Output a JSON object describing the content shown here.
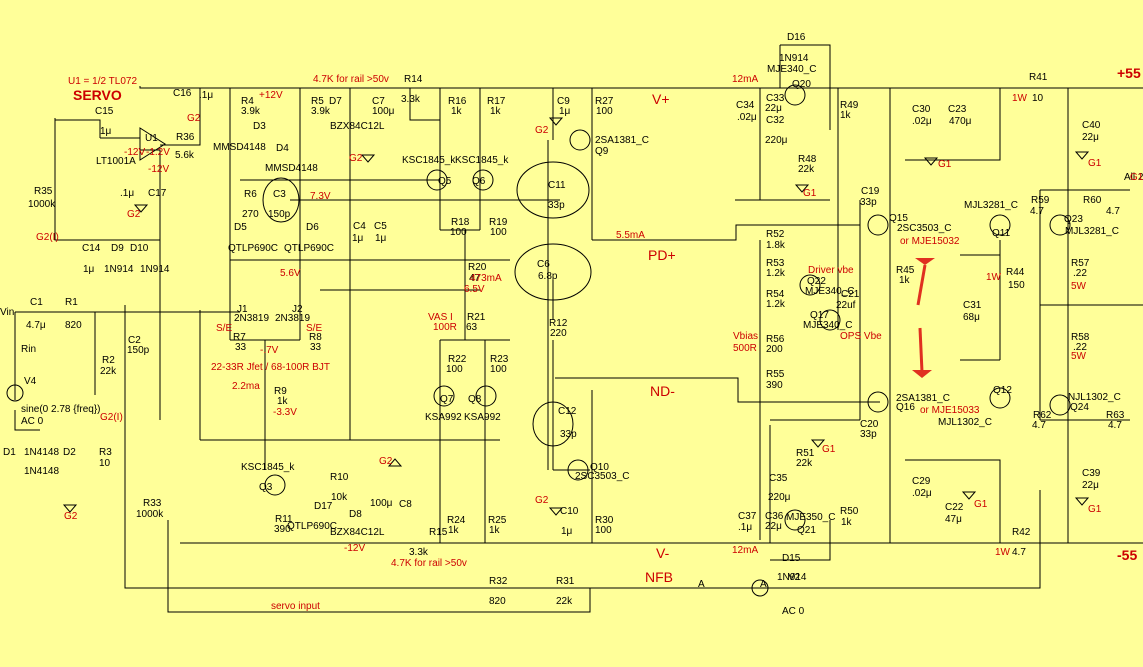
{
  "colors": {
    "background": "#ffff99",
    "wire": "#000000",
    "annotation": "#cc0000",
    "callout": "#e03020"
  },
  "title": "SERVO",
  "u1_note": "U1 = 1/2 TL072",
  "nets": {
    "vplus": "V+",
    "vminus": "V-",
    "pdplus": "PD+",
    "ndminus": "ND-",
    "nfb": "NFB",
    "rail_pos": "+55",
    "rail_neg": "-55"
  },
  "labels": [
    {
      "id": "r14",
      "text": "R14"
    },
    {
      "id": "r14v",
      "text": "3.3k"
    },
    {
      "id": "rail1",
      "text": "4.7K for rail >50v"
    },
    {
      "id": "r15",
      "text": "R15"
    },
    {
      "id": "r15v",
      "text": "3.3k"
    },
    {
      "id": "rail2",
      "text": "4.7K for rail >50v"
    },
    {
      "id": "c15",
      "text": "C15"
    },
    {
      "id": "c15v",
      "text": "1μ"
    },
    {
      "id": "u1",
      "text": "U1"
    },
    {
      "id": "lt",
      "text": "LT1001A"
    },
    {
      "id": "r36",
      "text": "R36"
    },
    {
      "id": "r36v",
      "text": "5.6k"
    },
    {
      "id": "c16",
      "text": "C16"
    },
    {
      "id": "c16v",
      "text": ".1μ"
    },
    {
      "id": "c17",
      "text": "C17"
    },
    {
      "id": "c17v",
      "text": ".1μ"
    },
    {
      "id": "r35",
      "text": "R35"
    },
    {
      "id": "r35v",
      "text": "1000k"
    },
    {
      "id": "c14",
      "text": "C14"
    },
    {
      "id": "c14v",
      "text": "1μ"
    },
    {
      "id": "d9",
      "text": "D9"
    },
    {
      "id": "d9v",
      "text": "1N914"
    },
    {
      "id": "d10",
      "text": "D10"
    },
    {
      "id": "d10v",
      "text": "1N914"
    },
    {
      "id": "r4",
      "text": "R4"
    },
    {
      "id": "r4v",
      "text": "3.9k"
    },
    {
      "id": "r5",
      "text": "R5"
    },
    {
      "id": "r5v",
      "text": "3.9k"
    },
    {
      "id": "d3",
      "text": "D3"
    },
    {
      "id": "d3v",
      "text": "MMSD4148"
    },
    {
      "id": "d4",
      "text": "D4"
    },
    {
      "id": "d4v",
      "text": "MMSD4148"
    },
    {
      "id": "d7",
      "text": "D7"
    },
    {
      "id": "d7v",
      "text": "BZX84C12L"
    },
    {
      "id": "c7",
      "text": "C7"
    },
    {
      "id": "c7v",
      "text": "100μ"
    },
    {
      "id": "r6",
      "text": "R6"
    },
    {
      "id": "r6v",
      "text": "270"
    },
    {
      "id": "c3",
      "text": "C3"
    },
    {
      "id": "c3v",
      "text": "150p"
    },
    {
      "id": "d5",
      "text": "D5"
    },
    {
      "id": "d5v",
      "text": "QTLP690C"
    },
    {
      "id": "d6",
      "text": "D6"
    },
    {
      "id": "d6v",
      "text": "QTLP690C"
    },
    {
      "id": "c4",
      "text": "C4"
    },
    {
      "id": "c4v",
      "text": "1μ"
    },
    {
      "id": "c5",
      "text": "C5"
    },
    {
      "id": "c5v",
      "text": "1μ"
    },
    {
      "id": "r16",
      "text": "R16"
    },
    {
      "id": "r16v",
      "text": "1k"
    },
    {
      "id": "r17",
      "text": "R17"
    },
    {
      "id": "r17v",
      "text": "1k"
    },
    {
      "id": "q5lab",
      "text": "KSC1845_k"
    },
    {
      "id": "q6lab",
      "text": "KSC1845_k"
    },
    {
      "id": "q5",
      "text": "Q5"
    },
    {
      "id": "q6",
      "text": "Q6"
    },
    {
      "id": "r18",
      "text": "R18"
    },
    {
      "id": "r18v",
      "text": "100"
    },
    {
      "id": "r19",
      "text": "R19"
    },
    {
      "id": "r19v",
      "text": "100"
    },
    {
      "id": "r20",
      "text": "R20"
    },
    {
      "id": "r20v",
      "text": "47"
    },
    {
      "id": "r21",
      "text": "R21"
    },
    {
      "id": "r21v",
      "text": "63"
    },
    {
      "id": "r22",
      "text": "R22"
    },
    {
      "id": "r22v",
      "text": "100"
    },
    {
      "id": "r23",
      "text": "R23"
    },
    {
      "id": "r23v",
      "text": "100"
    },
    {
      "id": "q7",
      "text": "Q7"
    },
    {
      "id": "q8",
      "text": "Q8"
    },
    {
      "id": "q7lab",
      "text": "KSA992"
    },
    {
      "id": "q8lab",
      "text": "KSA992"
    },
    {
      "id": "r24",
      "text": "R24"
    },
    {
      "id": "r24v",
      "text": "1k"
    },
    {
      "id": "r25",
      "text": "R25"
    },
    {
      "id": "r25v",
      "text": "1k"
    },
    {
      "id": "c1",
      "text": "C1"
    },
    {
      "id": "c1v",
      "text": "4.7μ"
    },
    {
      "id": "r1",
      "text": "R1"
    },
    {
      "id": "r1v",
      "text": "820"
    },
    {
      "id": "vin",
      "text": "Vin"
    },
    {
      "id": "rin",
      "text": "Rin"
    },
    {
      "id": "v4",
      "text": "V4"
    },
    {
      "id": "sine",
      "text": "sine(0 2.78 {freq})"
    },
    {
      "id": "ac0",
      "text": "AC 0"
    },
    {
      "id": "r2",
      "text": "R2"
    },
    {
      "id": "r2v",
      "text": "22k"
    },
    {
      "id": "c2",
      "text": "C2"
    },
    {
      "id": "c2v",
      "text": "150p"
    },
    {
      "id": "j1",
      "text": "J1"
    },
    {
      "id": "j1v",
      "text": "2N3819"
    },
    {
      "id": "j2",
      "text": "J2"
    },
    {
      "id": "j2v",
      "text": "2N3819"
    },
    {
      "id": "r7",
      "text": "R7"
    },
    {
      "id": "r7v",
      "text": "33"
    },
    {
      "id": "r8",
      "text": "R8"
    },
    {
      "id": "r8v",
      "text": "33"
    },
    {
      "id": "r9",
      "text": "R9"
    },
    {
      "id": "r9v",
      "text": "1k"
    },
    {
      "id": "d1",
      "text": "D1"
    },
    {
      "id": "d1v",
      "text": "1N4148"
    },
    {
      "id": "d2",
      "text": "D2"
    },
    {
      "id": "d2v",
      "text": "1N4148"
    },
    {
      "id": "r3",
      "text": "R3"
    },
    {
      "id": "r3v",
      "text": "10"
    },
    {
      "id": "q3lab",
      "text": "KSC1845_k"
    },
    {
      "id": "q3",
      "text": "Q3"
    },
    {
      "id": "r10",
      "text": "R10"
    },
    {
      "id": "r10v",
      "text": "10k"
    },
    {
      "id": "r11",
      "text": "R11"
    },
    {
      "id": "r11v",
      "text": "390"
    },
    {
      "id": "d17",
      "text": "D17"
    },
    {
      "id": "d17v",
      "text": "QTLP690C"
    },
    {
      "id": "d8",
      "text": "D8"
    },
    {
      "id": "d8v",
      "text": "BZX84C12L"
    },
    {
      "id": "c8",
      "text": "C8"
    },
    {
      "id": "c8v",
      "text": "100μ"
    },
    {
      "id": "r33",
      "text": "R33"
    },
    {
      "id": "r33v",
      "text": "1000k"
    },
    {
      "id": "r27",
      "text": "R27"
    },
    {
      "id": "r27v",
      "text": "100"
    },
    {
      "id": "c9",
      "text": "C9"
    },
    {
      "id": "c9v",
      "text": "1μ"
    },
    {
      "id": "q9lab",
      "text": "2SA1381_C"
    },
    {
      "id": "q9",
      "text": "Q9"
    },
    {
      "id": "c11",
      "text": "C11"
    },
    {
      "id": "c11v",
      "text": "33p"
    },
    {
      "id": "c6",
      "text": "C6"
    },
    {
      "id": "c6v",
      "text": "6.8p"
    },
    {
      "id": "r12",
      "text": "R12"
    },
    {
      "id": "r12v",
      "text": "220"
    },
    {
      "id": "c12",
      "text": "C12"
    },
    {
      "id": "c12v",
      "text": "33p"
    },
    {
      "id": "q10",
      "text": "Q10"
    },
    {
      "id": "q10lab",
      "text": "2SC3503_C"
    },
    {
      "id": "c10",
      "text": "C10"
    },
    {
      "id": "c10v",
      "text": "1μ"
    },
    {
      "id": "r30",
      "text": "R30"
    },
    {
      "id": "r30v",
      "text": "100"
    },
    {
      "id": "d16",
      "text": "D16"
    },
    {
      "id": "d16v",
      "text": "1N914"
    },
    {
      "id": "mje340",
      "text": "MJE340_C"
    },
    {
      "id": "c33",
      "text": "C33"
    },
    {
      "id": "c33v",
      "text": "22μ"
    },
    {
      "id": "q20",
      "text": "Q20"
    },
    {
      "id": "c34",
      "text": "C34"
    },
    {
      "id": "c34v",
      "text": ".02μ"
    },
    {
      "id": "c32",
      "text": "C32"
    },
    {
      "id": "c32v",
      "text": "220μ"
    },
    {
      "id": "r49",
      "text": "R49"
    },
    {
      "id": "r49v",
      "text": "1k"
    },
    {
      "id": "r48",
      "text": "R48"
    },
    {
      "id": "r48v",
      "text": "22k"
    },
    {
      "id": "r52",
      "text": "R52"
    },
    {
      "id": "r52v",
      "text": "1.8k"
    },
    {
      "id": "r53",
      "text": "R53"
    },
    {
      "id": "r53v",
      "text": "1.2k"
    },
    {
      "id": "r54",
      "text": "R54"
    },
    {
      "id": "r54v",
      "text": "1.2k"
    },
    {
      "id": "r56",
      "text": "R56"
    },
    {
      "id": "r56v",
      "text": "200"
    },
    {
      "id": "r55",
      "text": "R55"
    },
    {
      "id": "r55v",
      "text": "390"
    },
    {
      "id": "q22",
      "text": "Q22"
    },
    {
      "id": "q22lab",
      "text": "MJE340_C"
    },
    {
      "id": "q17",
      "text": "Q17"
    },
    {
      "id": "q17lab",
      "text": "MJE340_C"
    },
    {
      "id": "c21",
      "text": "C21"
    },
    {
      "id": "c21v",
      "text": "22uf"
    },
    {
      "id": "c19",
      "text": "C19"
    },
    {
      "id": "c19v",
      "text": "33p"
    },
    {
      "id": "c20",
      "text": "C20"
    },
    {
      "id": "c20v",
      "text": "33p"
    },
    {
      "id": "q15",
      "text": "Q15"
    },
    {
      "id": "q15lab",
      "text": "2SC3503_C"
    },
    {
      "id": "q16",
      "text": "Q16"
    },
    {
      "id": "q16lab",
      "text": "2SA1381_C"
    },
    {
      "id": "r45",
      "text": "R45"
    },
    {
      "id": "r45v",
      "text": "1k"
    },
    {
      "id": "c30",
      "text": "C30"
    },
    {
      "id": "c30v",
      "text": ".02μ"
    },
    {
      "id": "c23",
      "text": "C23"
    },
    {
      "id": "c23v",
      "text": "470μ"
    },
    {
      "id": "c29",
      "text": "C29"
    },
    {
      "id": "c29v",
      "text": ".02μ"
    },
    {
      "id": "c22",
      "text": "C22"
    },
    {
      "id": "c22v",
      "text": "47μ"
    },
    {
      "id": "q11",
      "text": "Q11"
    },
    {
      "id": "q11lab",
      "text": "MJL3281_C"
    },
    {
      "id": "q12",
      "text": "Q12"
    },
    {
      "id": "q12lab",
      "text": "MJL1302_C"
    },
    {
      "id": "r44",
      "text": "R44"
    },
    {
      "id": "r44v",
      "text": "150"
    },
    {
      "id": "c31",
      "text": "C31"
    },
    {
      "id": "c31v",
      "text": "68μ"
    },
    {
      "id": "r41",
      "text": "R41"
    },
    {
      "id": "r41v",
      "text": "10"
    },
    {
      "id": "r42",
      "text": "R42"
    },
    {
      "id": "r42v",
      "text": "4.7"
    },
    {
      "id": "c40",
      "text": "C40"
    },
    {
      "id": "c40v",
      "text": "22μ"
    },
    {
      "id": "c39",
      "text": "C39"
    },
    {
      "id": "c39v",
      "text": "22μ"
    },
    {
      "id": "r59",
      "text": "R59"
    },
    {
      "id": "r59v",
      "text": "4.7"
    },
    {
      "id": "r60",
      "text": "R60"
    },
    {
      "id": "r60v",
      "text": "4.7"
    },
    {
      "id": "q23",
      "text": "Q23"
    },
    {
      "id": "q23lab",
      "text": "MJL3281_C"
    },
    {
      "id": "r57",
      "text": "R57"
    },
    {
      "id": "r57v",
      "text": ".22"
    },
    {
      "id": "r58",
      "text": "R58"
    },
    {
      "id": "r58v",
      "text": ".22"
    },
    {
      "id": "q24",
      "text": "Q24"
    },
    {
      "id": "q24lab",
      "text": "NJL1302_C"
    },
    {
      "id": "r62",
      "text": "R62"
    },
    {
      "id": "r62v",
      "text": "4.7"
    },
    {
      "id": "r63",
      "text": "R63"
    },
    {
      "id": "r63v",
      "text": "4.7"
    },
    {
      "id": "c35",
      "text": "C35"
    },
    {
      "id": "c35v",
      "text": "220μ"
    },
    {
      "id": "c36",
      "text": "C36"
    },
    {
      "id": "c36v",
      "text": "22μ"
    },
    {
      "id": "c37",
      "text": "C37"
    },
    {
      "id": "c37v",
      "text": ".1μ"
    },
    {
      "id": "r51",
      "text": "R51"
    },
    {
      "id": "r51v",
      "text": "22k"
    },
    {
      "id": "r50",
      "text": "R50"
    },
    {
      "id": "r50v",
      "text": "1k"
    },
    {
      "id": "q21",
      "text": "Q21"
    },
    {
      "id": "mje350",
      "text": "MJE350_C"
    },
    {
      "id": "d15",
      "text": "D15"
    },
    {
      "id": "d15v",
      "text": "1N914"
    },
    {
      "id": "r32",
      "text": "R32"
    },
    {
      "id": "r32v",
      "text": "820"
    },
    {
      "id": "r31",
      "text": "R31"
    },
    {
      "id": "r31v",
      "text": "22k"
    },
    {
      "id": "v2",
      "text": "V2"
    },
    {
      "id": "v2ac",
      "text": "AC 0"
    },
    {
      "id": "a1",
      "text": "A"
    },
    {
      "id": "a2",
      "text": "A"
    },
    {
      "id": "servoin",
      "text": "servo input"
    },
    {
      "id": "all",
      "text": "All 2"
    }
  ],
  "annotations": [
    {
      "id": "p12v",
      "text": "+12V"
    },
    {
      "id": "m12a",
      "text": "-12V"
    },
    {
      "id": "m12b",
      "text": "-12V"
    },
    {
      "id": "m12u",
      "text": "-12V"
    },
    {
      "id": "v73",
      "text": "7.3V"
    },
    {
      "id": "v56",
      "text": "5.6V"
    },
    {
      "id": "v12u",
      "text": "-1.2V"
    },
    {
      "id": "mA473",
      "text": "473mA"
    },
    {
      "id": "v65",
      "text": "6.5V"
    },
    {
      "id": "vas",
      "text": "VAS I"
    },
    {
      "id": "vas2",
      "text": "100R"
    },
    {
      "id": "se1",
      "text": "S/E"
    },
    {
      "id": "se2",
      "text": "S/E"
    },
    {
      "id": "v07",
      "text": "-.7V"
    },
    {
      "id": "jfet",
      "text": "22-33R Jfet / 68-100R BJT"
    },
    {
      "id": "ma22",
      "text": "2.2ma"
    },
    {
      "id": "v33",
      "text": "-3.3V"
    },
    {
      "id": "ma55",
      "text": "5.5mA"
    },
    {
      "id": "ma12a",
      "text": "12mA"
    },
    {
      "id": "ma12b",
      "text": "12mA"
    },
    {
      "id": "drv",
      "text": "Driver vbe"
    },
    {
      "id": "ops",
      "text": "OPS Vbe"
    },
    {
      "id": "vbias",
      "text": "Vbias"
    },
    {
      "id": "vb500",
      "text": "500R"
    },
    {
      "id": "mje15032",
      "text": "or MJE15032"
    },
    {
      "id": "mje15033",
      "text": "or MJE15033"
    },
    {
      "id": "w1a",
      "text": "1W"
    },
    {
      "id": "w1b",
      "text": "1W"
    },
    {
      "id": "w1c",
      "text": "1W"
    },
    {
      "id": "w5a",
      "text": "5W"
    },
    {
      "id": "w5b",
      "text": "5W"
    }
  ],
  "grounds": [
    {
      "id": "g2a",
      "text": "G2"
    },
    {
      "id": "g2b",
      "text": "G2"
    },
    {
      "id": "g2c",
      "text": "G2"
    },
    {
      "id": "g2d",
      "text": "G2"
    },
    {
      "id": "g2e",
      "text": "G2"
    },
    {
      "id": "g2f",
      "text": "G2"
    },
    {
      "id": "g2g",
      "text": "G2"
    },
    {
      "id": "g2i1",
      "text": "G2(I)"
    },
    {
      "id": "g2i2",
      "text": "G2(I)"
    },
    {
      "id": "g1a",
      "text": "G1"
    },
    {
      "id": "g1b",
      "text": "G1"
    },
    {
      "id": "g1c",
      "text": "G1"
    },
    {
      "id": "g1d",
      "text": "G1"
    },
    {
      "id": "g1e",
      "text": "G1"
    },
    {
      "id": "g1f",
      "text": "G1"
    },
    {
      "id": "g1g",
      "text": "G1"
    }
  ]
}
